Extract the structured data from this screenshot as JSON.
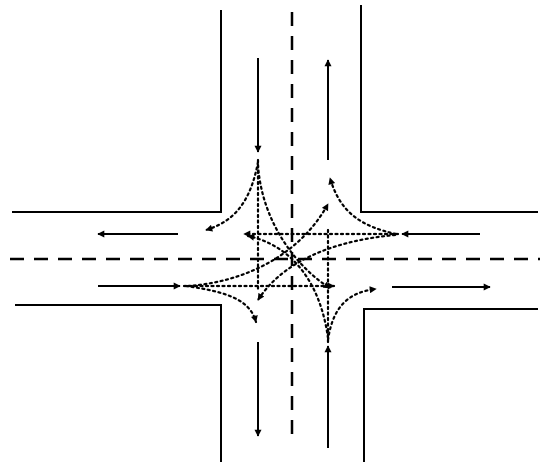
{
  "diagram": {
    "kind": "intersection-traffic-flow",
    "roads": [
      "north-south-road",
      "east-west-road"
    ],
    "lane_divider_style": "dashed",
    "through_movements": [
      "southbound",
      "northbound",
      "westbound",
      "eastbound"
    ],
    "turning_movements_style": "dotted",
    "colors": {
      "line": "#000000",
      "background": "#ffffff"
    }
  }
}
